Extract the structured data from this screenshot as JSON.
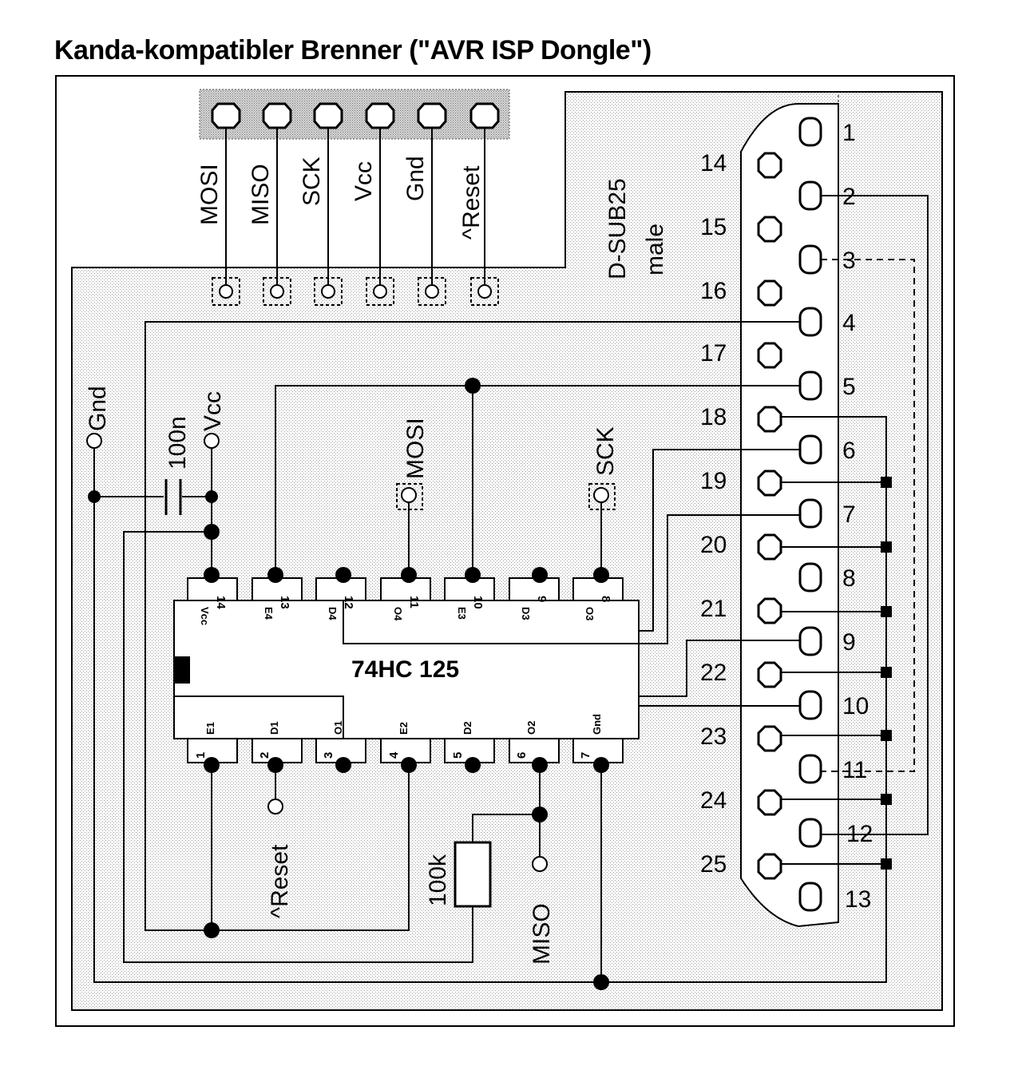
{
  "title": "Kanda-kompatibler Brenner (\"AVR ISP Dongle\")",
  "header_pins": [
    "MOSI",
    "MISO",
    "SCK",
    "Vcc",
    "Gnd",
    "^Reset"
  ],
  "connector": {
    "name": "D-SUB25",
    "sub": "male",
    "top_row": [
      "1",
      "2",
      "3",
      "4",
      "5",
      "6",
      "7",
      "8",
      "9",
      "10",
      "11",
      "12",
      "13"
    ],
    "bottom_row": [
      "14",
      "15",
      "16",
      "17",
      "18",
      "19",
      "20",
      "21",
      "22",
      "23",
      "24",
      "25"
    ]
  },
  "chip": {
    "name": "74HC 125",
    "top_pins": [
      "14",
      "13",
      "12",
      "11",
      "10",
      "9",
      "8"
    ],
    "top_labels": [
      "Vcc",
      "E4",
      "D4",
      "O4",
      "E3",
      "D3",
      "O3"
    ],
    "bottom_pins": [
      "1",
      "2",
      "3",
      "4",
      "5",
      "6",
      "7"
    ],
    "bottom_labels": [
      "E1",
      "D1",
      "O1",
      "E2",
      "D2",
      "O2",
      "Gnd"
    ]
  },
  "board_labels": {
    "gnd": "Gnd",
    "vcc": "Vcc",
    "cap": "100n",
    "mosi": "MOSI",
    "sck": "SCK",
    "reset": "^Reset",
    "resistor": "100k",
    "miso": "MISO"
  }
}
